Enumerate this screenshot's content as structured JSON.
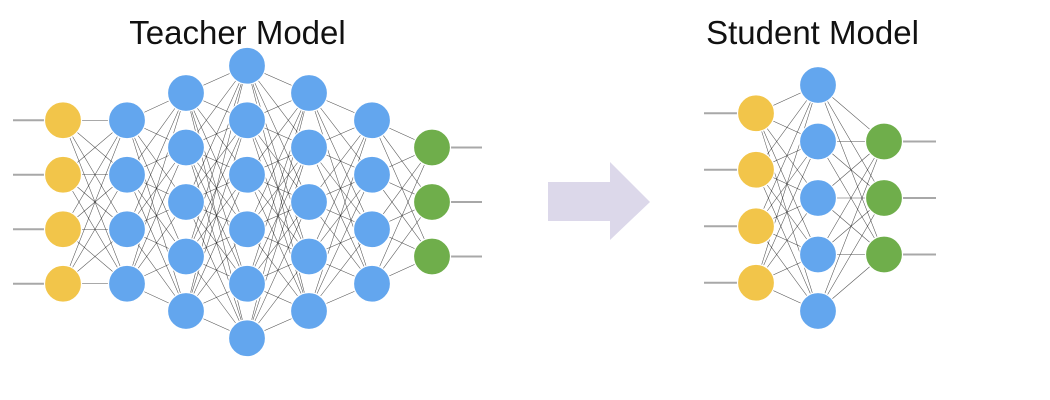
{
  "teacher": {
    "title": "Teacher Model",
    "layers": [
      {
        "role": "input",
        "nodes": 4
      },
      {
        "role": "hidden",
        "nodes": 4
      },
      {
        "role": "hidden",
        "nodes": 5
      },
      {
        "role": "hidden",
        "nodes": 6
      },
      {
        "role": "hidden",
        "nodes": 5
      },
      {
        "role": "hidden",
        "nodes": 4
      },
      {
        "role": "output",
        "nodes": 3
      }
    ]
  },
  "student": {
    "title": "Student Model",
    "layers": [
      {
        "role": "input",
        "nodes": 4
      },
      {
        "role": "hidden",
        "nodes": 5
      },
      {
        "role": "output",
        "nodes": 3
      }
    ]
  },
  "arrow": {
    "direction": "right",
    "color": "#dcd8ea"
  },
  "colors": {
    "input": "#f2c54a",
    "hidden": "#63a6ee",
    "output": "#6fae4b",
    "edge": "#1a1a1a",
    "lead": "#a8a8a8"
  }
}
